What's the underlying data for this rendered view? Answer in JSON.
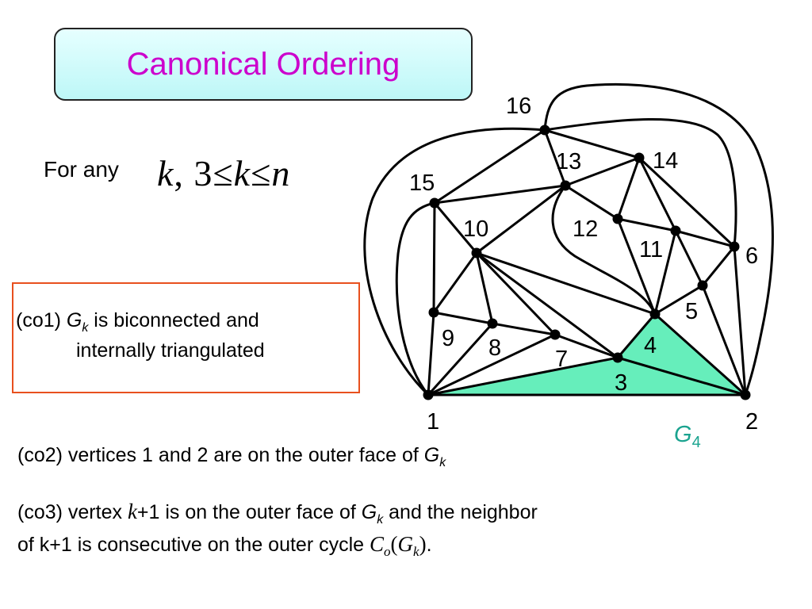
{
  "title": "Canonical Ordering",
  "intro": {
    "text": "For any",
    "formula": {
      "k1": "k",
      "comma": ",",
      "three": "3",
      "le1": "≤",
      "k2": "k",
      "le2": "≤",
      "n": "n"
    }
  },
  "co1": {
    "prefix": "(co1) ",
    "g": "G",
    "sub": "k",
    "text": " is biconnected and",
    "line2": "internally triangulated"
  },
  "co2": {
    "text": "(co2)  vertices 1 and 2 are on the outer face of ",
    "g": "G",
    "sub": "k"
  },
  "co3": {
    "prefix": "(co3) vertex ",
    "k": "k",
    "plus1": "+1 is on the outer face of ",
    "g": "G",
    "sub": "k",
    "suffix": " and the neighbor",
    "line2_prefix": "of k+1 is consecutive on the outer cycle ",
    "c": "C",
    "c_sub": "o",
    "paren_open": "(",
    "g2": "G",
    "g2_sub": "k",
    "paren_close": ")",
    "period": "."
  },
  "g4_label": {
    "g": "G",
    "sub": "4"
  },
  "graph": {
    "vertex_labels": [
      "1",
      "2",
      "3",
      "4",
      "5",
      "6",
      "7",
      "8",
      "9",
      "10",
      "11",
      "12",
      "13",
      "14",
      "15",
      "16"
    ],
    "highlighted_face": [
      "1",
      "3",
      "4",
      "2"
    ],
    "colors": {
      "highlight": "#66eebb",
      "edge": "#000000",
      "title": "#cc00cc",
      "box_border": "#e8501e",
      "g4": "#1aa38f"
    }
  }
}
